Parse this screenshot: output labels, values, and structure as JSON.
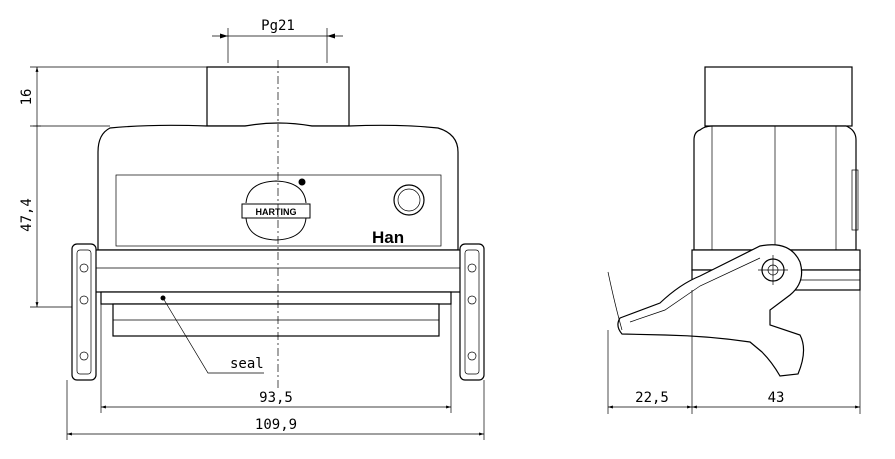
{
  "labels": {
    "thread": "Pg21",
    "brand": "Han",
    "logo": "HARTING",
    "seal": "seal"
  },
  "dimensions": {
    "top_height": "16",
    "body_height": "47,4",
    "inner_width": "93,5",
    "overall_width": "109,9",
    "side_left": "22,5",
    "side_right": "43"
  }
}
